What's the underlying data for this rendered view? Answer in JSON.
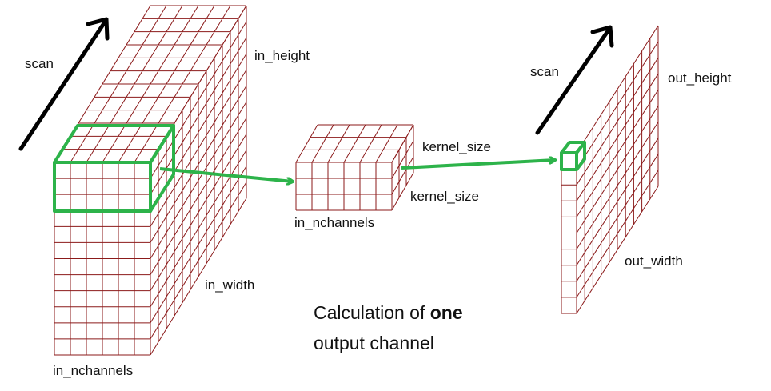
{
  "labels": {
    "scan_left": "scan",
    "scan_right": "scan",
    "in_height": "in_height",
    "in_width": "in_width",
    "in_nchannels_input": "in_nchannels",
    "kernel_size_top": "kernel_size",
    "kernel_size_bottom": "kernel_size",
    "in_nchannels_kernel": "in_nchannels",
    "out_height": "out_height",
    "out_width": "out_width"
  },
  "caption": {
    "line1_prefix": "Calculation of ",
    "line1_bold": "one",
    "line2": "output channel"
  },
  "colors": {
    "grid": "#8b1a1a",
    "highlight": "#2db34a",
    "arrow": "#000000",
    "text": "#111111"
  }
}
